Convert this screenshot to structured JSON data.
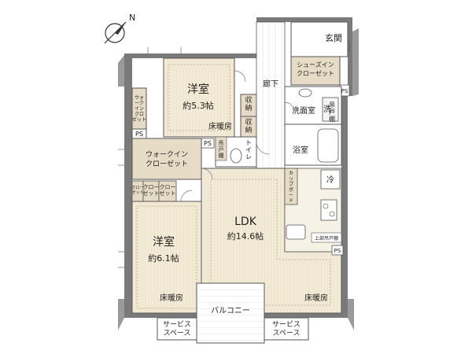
{
  "compass": {
    "north_label": "N"
  },
  "rooms": {
    "western_1": {
      "name": "洋室",
      "size": "約5.3帖",
      "floor_heating": "床暖房"
    },
    "western_2": {
      "name": "洋室",
      "size": "約6.1帖",
      "floor_heating": "床暖房"
    },
    "ldk": {
      "name": "LDK",
      "size": "約14.6帖",
      "floor_heating": "床暖房"
    },
    "entrance": "玄関",
    "hallway": "廊下",
    "washroom": "洗面室",
    "bathroom": "浴室",
    "toilet": "トイレ",
    "shoes_closet": "シューズイン\nクローゼット",
    "walk_in_closet_main": "ウォークイン\nクローゼット",
    "walk_in_closet_side": "ウォークイン\nクローゼット",
    "closet_a": "クローゼット",
    "closet_b": "クローゼット",
    "closet_c": "クローゼット",
    "storage_1": "収納",
    "storage_2": "収納",
    "cupboard": "カップボード",
    "fridge": "冷",
    "upper_cabinet": "上部吊戸棚",
    "hanging_shelf": "吊戸棚",
    "washing_machine": "洗",
    "hanging_shelf_2": "吊戸棚",
    "balcony": "バルコニー",
    "service_space_left": "サービス\nスペース",
    "service_space_right": "サービス\nスペース"
  },
  "ps_labels": [
    "PS",
    "PS",
    "PS",
    "PS"
  ],
  "colors": {
    "wall": "#6f6f6f",
    "room_fill": "#f3ead7",
    "closet_fill": "#e6dcc6",
    "wet_fill": "#ffffff",
    "balcony_fill": "#ffffff"
  }
}
